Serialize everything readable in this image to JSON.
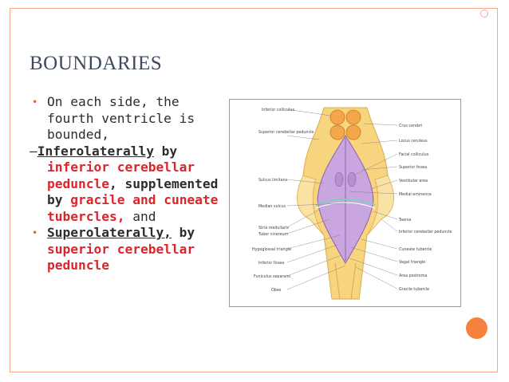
{
  "slide": {
    "title": "BOUNDARIES",
    "bullet1": "On each side, the fourth ventricle is bounded,",
    "dash_prefix": "–",
    "dash_term": "Inferolaterally",
    "dash_by": " by",
    "dash_red1": "inferior cerebellar peduncle",
    "dash_comma": ",",
    "dash_supp": "supplemented by",
    "dash_red2": "gracile and cuneate tubercles",
    "dash_red2_comma": ",",
    "dash_and": " and",
    "bullet2_term": "Superolaterally,",
    "bullet2_by": " by",
    "bullet2_red": "superior cerebellar peduncle"
  },
  "figure": {
    "labels_left": [
      "Inferior colliculus",
      "Superior cerebellar peduncle",
      "Sulcus limitans",
      "Median sulcus",
      "Stria medullaris",
      "Tuber cinereum",
      "Hypoglossal triangle",
      "Inferior fovea",
      "Funiculus separans",
      "Obex"
    ],
    "labels_right": [
      "Crus cerebri",
      "Locus ceruleus",
      "Facial colliculus",
      "Superior fovea",
      "Vestibular area",
      "Medial eminence",
      "Taenia",
      "Inferior cerebellar peduncle",
      "Cuneate tubercle",
      "Vagal triangle",
      "Area postrema",
      "Gracile tubercle"
    ]
  },
  "colors": {
    "frame": "#f2a98f",
    "accent_dot": "#f5813f",
    "title": "#3d4a5a",
    "highlight": "#d8262b",
    "ventricle_floor": "#c9a6e0",
    "peduncle": "#f7d47e",
    "colliculus": "#f3a64a"
  }
}
